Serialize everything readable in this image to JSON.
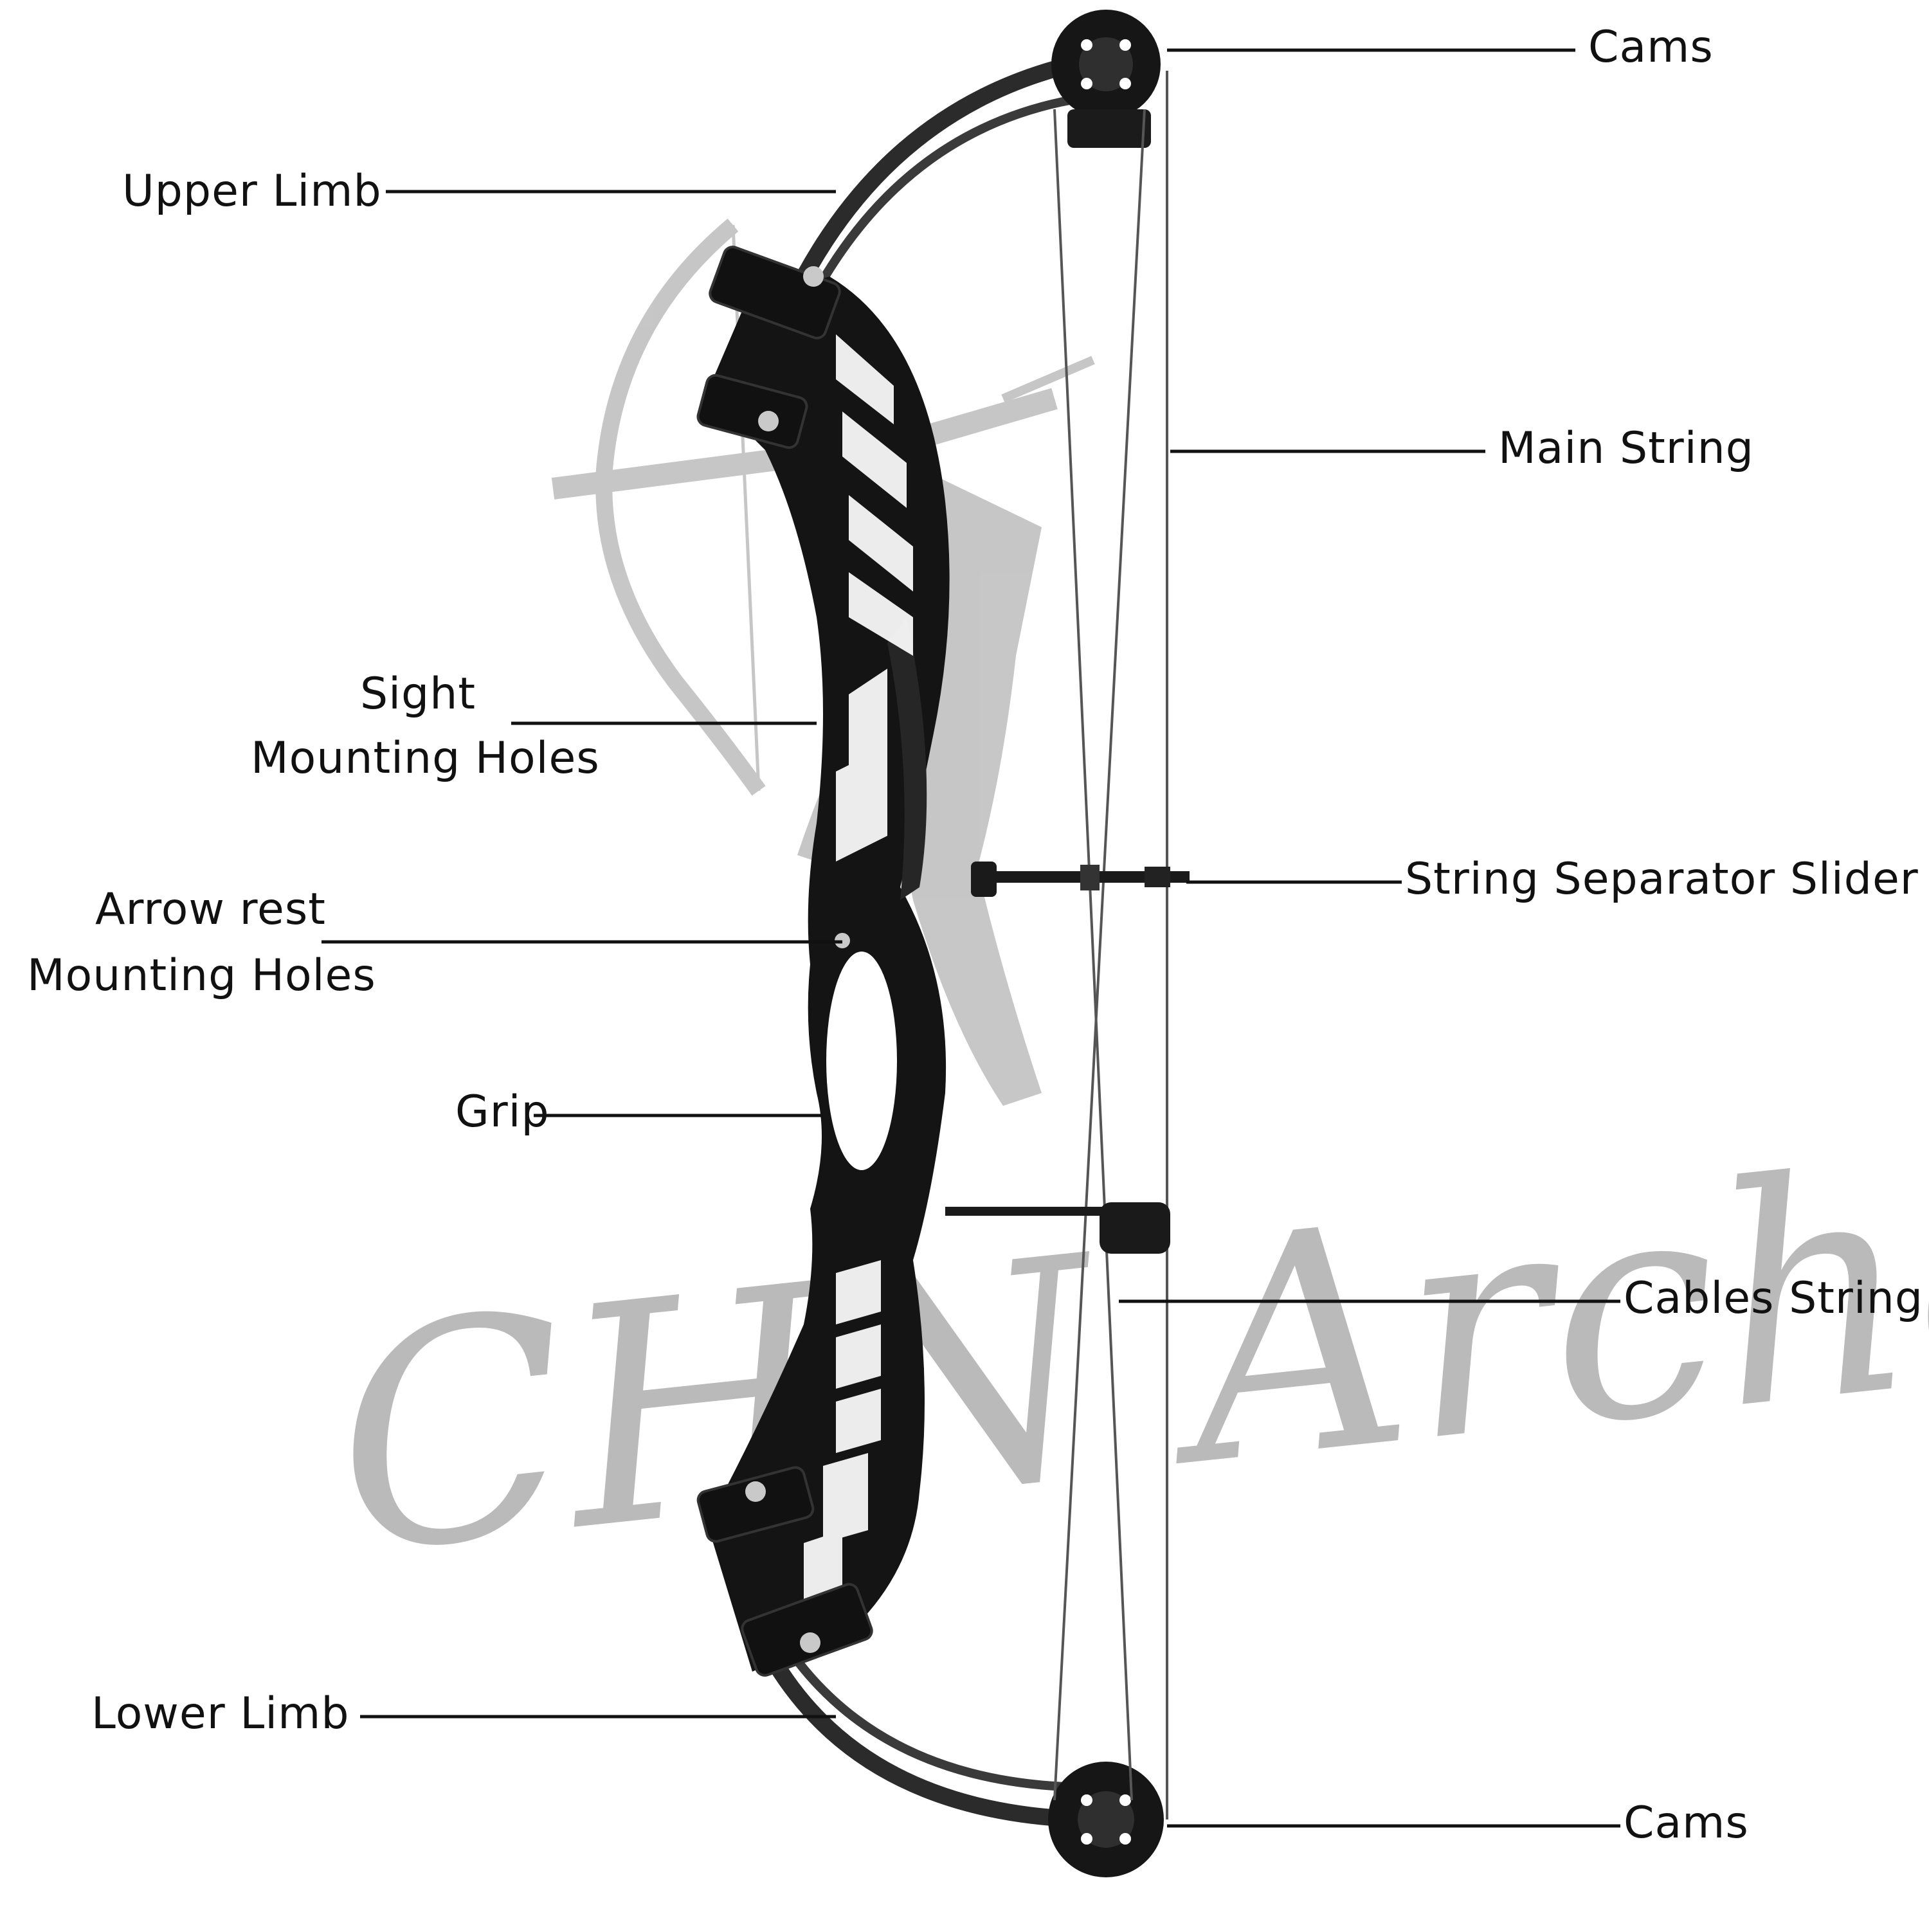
{
  "watermark": {
    "text": "CHN Archery"
  },
  "labels": {
    "cams_top": "Cams",
    "upper_limb": "Upper Limb",
    "main_string": "Main String",
    "sight_line1": "Sight",
    "sight_line2": "Mounting Holes",
    "string_separator": "String Separator Slider",
    "arrow_rest_line1": "Arrow rest",
    "arrow_rest_line2": "Mounting Holes",
    "grip": "Grip",
    "cables_string": "Cables String",
    "lower_limb": "Lower Limb",
    "cams_bottom": "Cams"
  },
  "colors": {
    "bow": "#141414",
    "limb": "#2b2b2b",
    "string": "#555555",
    "watermark": "#b3b3b3",
    "text": "#111111"
  }
}
